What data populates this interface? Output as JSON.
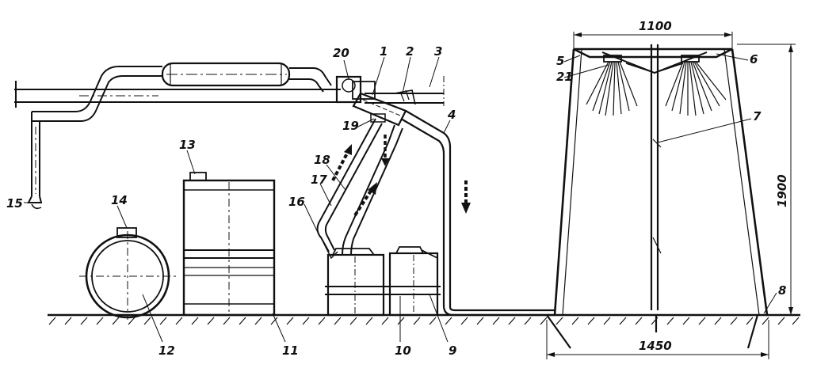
{
  "callouts": [
    "1",
    "2",
    "3",
    "4",
    "5",
    "6",
    "7",
    "8",
    "9",
    "10",
    "11",
    "12",
    "13",
    "14",
    "15",
    "16",
    "17",
    "18",
    "19",
    "20",
    "21"
  ],
  "dimensions": {
    "top_width": "1100",
    "height": "1900",
    "bottom_width": "1450"
  }
}
